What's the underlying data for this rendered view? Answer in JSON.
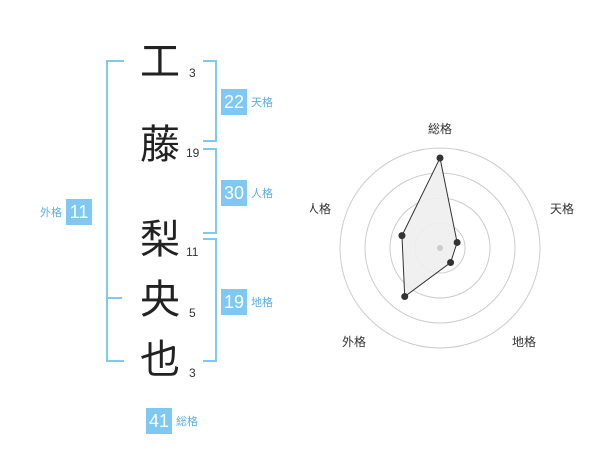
{
  "name": {
    "chars": [
      {
        "char": "工",
        "strokes": "3"
      },
      {
        "char": "藤",
        "strokes": "19"
      },
      {
        "char": "梨",
        "strokes": "11"
      },
      {
        "char": "央",
        "strokes": "5"
      },
      {
        "char": "也",
        "strokes": "3"
      }
    ]
  },
  "fortune": {
    "tenkaku": {
      "value": "22",
      "label": "天格"
    },
    "jinkaku": {
      "value": "30",
      "label": "人格"
    },
    "chikaku": {
      "value": "19",
      "label": "地格"
    },
    "gaikaku": {
      "value": "11",
      "label": "外格"
    },
    "soukaku": {
      "value": "41",
      "label": "総格"
    }
  },
  "colors": {
    "accent": "#7ec8f2",
    "label": "#5aaee8"
  },
  "chart_data": {
    "type": "radar",
    "axes": [
      "総格",
      "天格",
      "地格",
      "外格",
      "人格"
    ],
    "values": [
      0.9,
      0.18,
      0.18,
      0.6,
      0.4
    ],
    "rings": 4,
    "range": [
      0,
      1
    ]
  }
}
